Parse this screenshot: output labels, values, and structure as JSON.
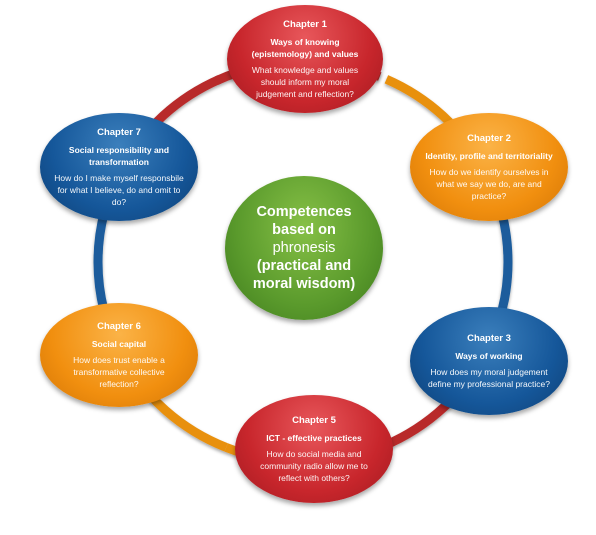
{
  "center": {
    "line1": "Competences",
    "line2": "based on",
    "line3": "phronesis",
    "line4": "(practical and",
    "line5": "moral wisdom)"
  },
  "nodes": [
    {
      "title": "Chapter 1",
      "subtitle": "Ways of knowing (epistemology) and values",
      "question": "What knowledge and values should inform my moral judgement  and reflection?",
      "color": "#c8262c"
    },
    {
      "title": "Chapter 2",
      "subtitle": "Identity, profile and territoriality",
      "question": "How do we identify ourselves in what we say we do, are and practice?",
      "color": "#f18f0f"
    },
    {
      "title": "Chapter 3",
      "subtitle": "Ways of working",
      "question": "How does my moral judgement define my professional practice?",
      "color": "#15579a"
    },
    {
      "title": "Chapter 5",
      "subtitle": "ICT - effective practices",
      "question": "How do social media and community radio allow me to reflect with others?",
      "color": "#c8262c"
    },
    {
      "title": "Chapter 6",
      "subtitle": "Social capital",
      "question": "How does trust enable a transformative collective reflection?",
      "color": "#f18f0f"
    },
    {
      "title": "Chapter 7",
      "subtitle": "Social responsibility and transformation",
      "question": "How do I make myself responsbile for what I believe, do and omit to do?",
      "color": "#15579a"
    }
  ],
  "ring_colors": [
    "#b82a2a",
    "#e8900f",
    "#1a5c9c"
  ]
}
